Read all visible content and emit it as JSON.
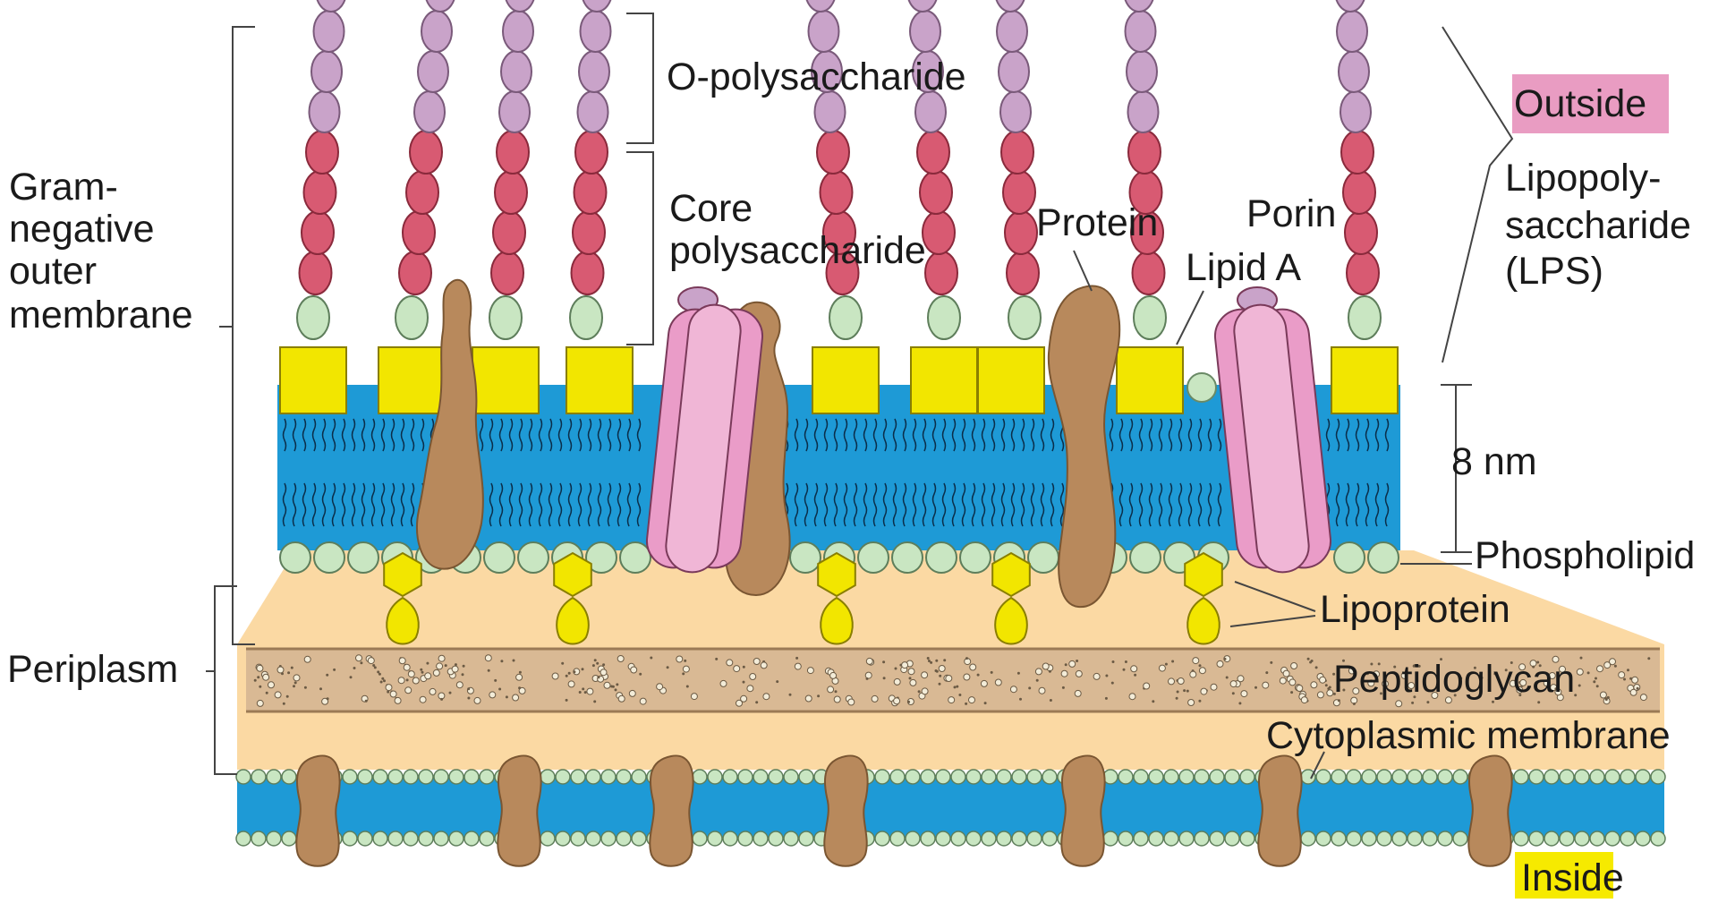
{
  "labels": {
    "gram_line1": "Gram-",
    "gram_line2": "negative",
    "gram_line3": "outer",
    "gram_line4": "membrane",
    "o_polysaccharide": "O-polysaccharide",
    "core_line1": "Core",
    "core_line2": "polysaccharide",
    "protein": "Protein",
    "porin": "Porin",
    "lipid_a": "Lipid A",
    "outside": "Outside",
    "lps_line1": "Lipopoly-",
    "lps_line2": "saccharide",
    "lps_line3": "(LPS)",
    "nm": "8 nm",
    "phospholipid": "Phospholipid",
    "lipoprotein": "Lipoprotein",
    "periplasm": "Periplasm",
    "peptidoglycan": "Peptidoglycan",
    "cytoplasmic_membrane": "Cytoplasmic membrane",
    "inside": "Inside"
  },
  "colors": {
    "o_polysaccharide": "#c9a3c9",
    "core_polysaccharide": "#d85a72",
    "lipid_a_head": "#f2e600",
    "membrane": "#1e9ad6",
    "phospholipid_head": "#c9e6c2",
    "protein": "#b8895c",
    "porin": "#ea9cc8",
    "periplasm": "#fbd9a3",
    "peptidoglycan": "#d9b994",
    "outside_box": "#e99cc2",
    "inside_box": "#f6ea00"
  }
}
